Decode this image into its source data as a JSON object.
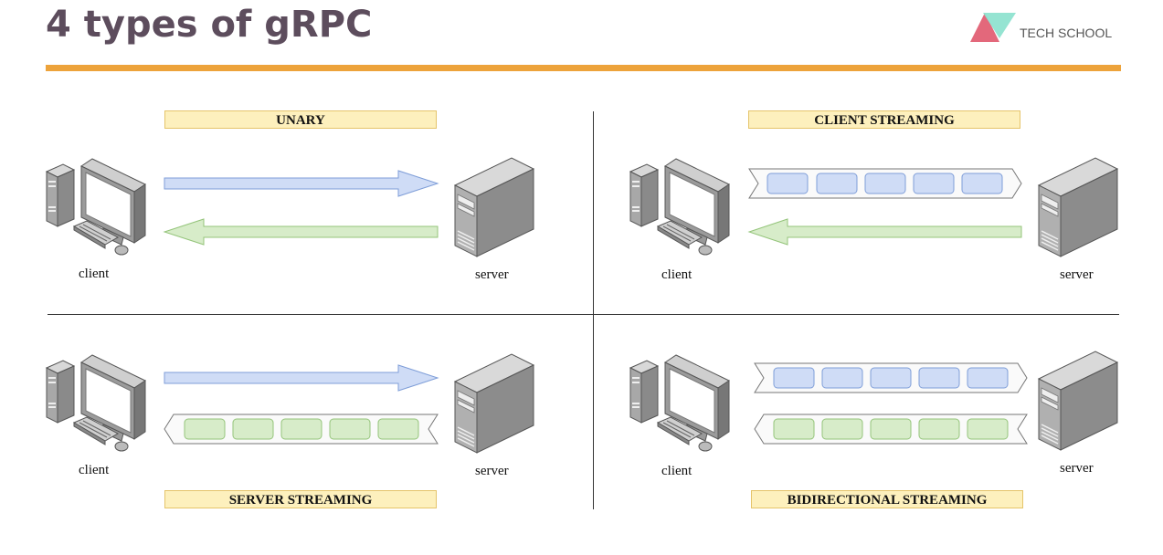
{
  "title": "4 types of gRPC",
  "brand": {
    "name": "TECH SCHOOL"
  },
  "colors": {
    "accent_rule": "#eda33b",
    "request_arrow": "#cfdcf6",
    "response_arrow": "#d7ecc9",
    "label_fill": "#fdf0bd"
  },
  "panels": {
    "unary": {
      "label": "UNARY",
      "client": "client",
      "server": "server"
    },
    "client_streaming": {
      "label": "CLIENT STREAMING",
      "client": "client",
      "server": "server"
    },
    "server_streaming": {
      "label": "SERVER STREAMING",
      "client": "client",
      "server": "server"
    },
    "bidirectional_streaming": {
      "label": "BIDIRECTIONAL STREAMING",
      "client": "client",
      "server": "server"
    }
  }
}
